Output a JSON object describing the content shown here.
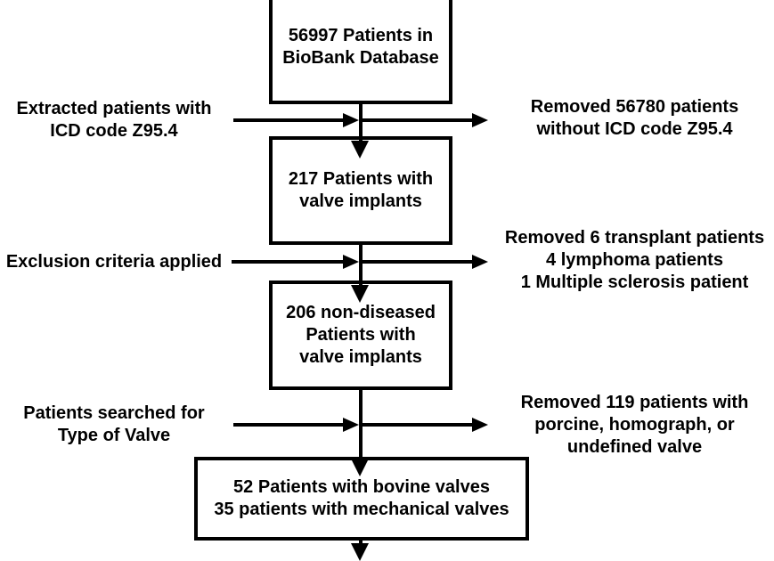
{
  "diagram": {
    "type": "flowchart",
    "background_color": "#ffffff",
    "line_color": "#000000",
    "text_color": "#000000",
    "boxes": [
      {
        "id": "biobank",
        "lines": [
          "56997 Patients in",
          "BioBank Database"
        ]
      },
      {
        "id": "valve-217",
        "lines": [
          "217 Patients with",
          "valve implants"
        ]
      },
      {
        "id": "valve-206",
        "lines": [
          "206 non-diseased",
          "Patients with",
          "valve implants"
        ]
      },
      {
        "id": "final",
        "lines": [
          "52 Patients with bovine valves",
          "35 patients with mechanical valves"
        ]
      }
    ],
    "left_labels": [
      {
        "id": "extracted",
        "lines": [
          "Extracted patients with",
          "ICD code Z95.4"
        ]
      },
      {
        "id": "exclusion",
        "lines": [
          "Exclusion criteria applied"
        ]
      },
      {
        "id": "searched",
        "lines": [
          "Patients searched for",
          "Type of Valve"
        ]
      }
    ],
    "right_labels": [
      {
        "id": "removed-56780",
        "lines": [
          "Removed 56780 patients",
          "without ICD code Z95.4"
        ]
      },
      {
        "id": "removed-excl",
        "lines": [
          "Removed 6 transplant patients",
          "4 lymphoma patients",
          "1 Multiple sclerosis patient"
        ]
      },
      {
        "id": "removed-119",
        "lines": [
          "Removed 119 patients with",
          "porcine, homograph, or",
          "undefined valve"
        ]
      }
    ]
  }
}
